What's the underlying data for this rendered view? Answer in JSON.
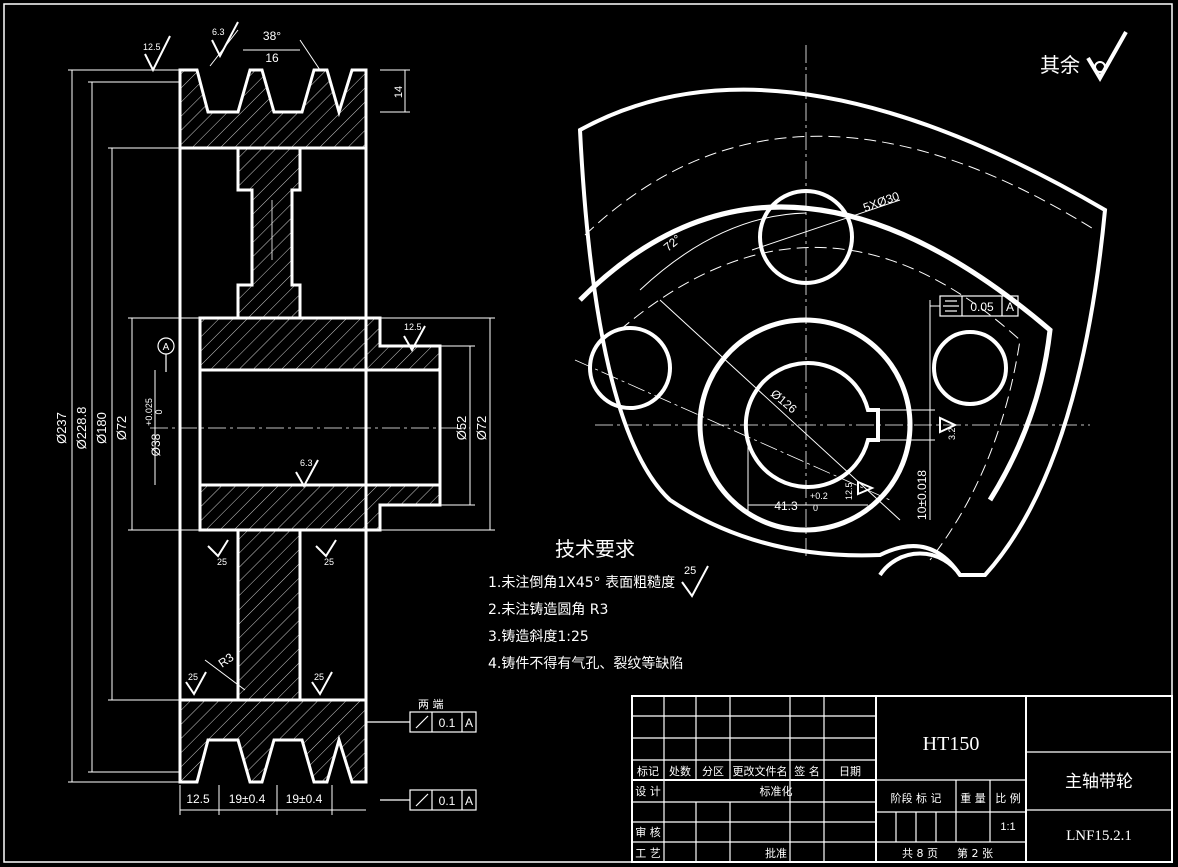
{
  "section_view": {
    "dims_left": [
      "Ø237",
      "Ø228.8",
      "Ø180",
      "Ø72",
      "Ø38"
    ],
    "tolerance_upper": "+0.025",
    "tolerance_lower": "0",
    "dims_right": [
      "Ø52",
      "Ø72"
    ],
    "groove_angle": "38°",
    "groove_width": "16",
    "groove_depth": "14",
    "bottom_dims": [
      "12.5",
      "19±0.4",
      "19±0.4"
    ],
    "fillet_radius": "R3",
    "datum": "A",
    "roughness": [
      "12.5",
      "6.3",
      "12.5",
      "6.3",
      "25",
      "25",
      "25",
      "25"
    ],
    "runout_note": "两 端",
    "runout_tolerance": [
      "0.1",
      "0.1"
    ],
    "runout_datum": [
      "A",
      "A"
    ]
  },
  "end_view": {
    "holes_callout": "5XØ30",
    "hole_angle": "72°",
    "pitch_dia": "Ø126",
    "keyway_depth": "41.3",
    "keyway_tol_upper": "+0.2",
    "keyway_tol_lower": "0",
    "keyway_width": "10±0.018",
    "symmetry_tolerance": "0.05",
    "symmetry_datum": "A",
    "roughness": [
      "3.2",
      "12.5"
    ]
  },
  "other_roughness": {
    "label": "其余"
  },
  "tech_requirements": {
    "title": "技术要求",
    "items": [
      "1.未注倒角1X45°  表面粗糙度",
      "2.未注铸造圆角 R3",
      "3.铸造斜度1:25",
      "4.铸件不得有气孔、裂纹等缺陷"
    ],
    "roughness_value": "25"
  },
  "title_block": {
    "material": "HT150",
    "part_name": "主轴带轮",
    "drawing_number": "LNF15.2.1",
    "scale": "1:1",
    "header_row": [
      "标记",
      "处数",
      "分区",
      "更改文件名",
      "签 名",
      "日期"
    ],
    "design_label": "设 计",
    "standardization_label": "标准化",
    "review_label": "审 核",
    "process_label": "工 艺",
    "approve_label": "批准",
    "stage_label": "阶段 标 记",
    "weight_label": "重 量",
    "scale_label": "比 例",
    "sheets_label": "共 8 页",
    "sheet_label": "第 2 张"
  }
}
